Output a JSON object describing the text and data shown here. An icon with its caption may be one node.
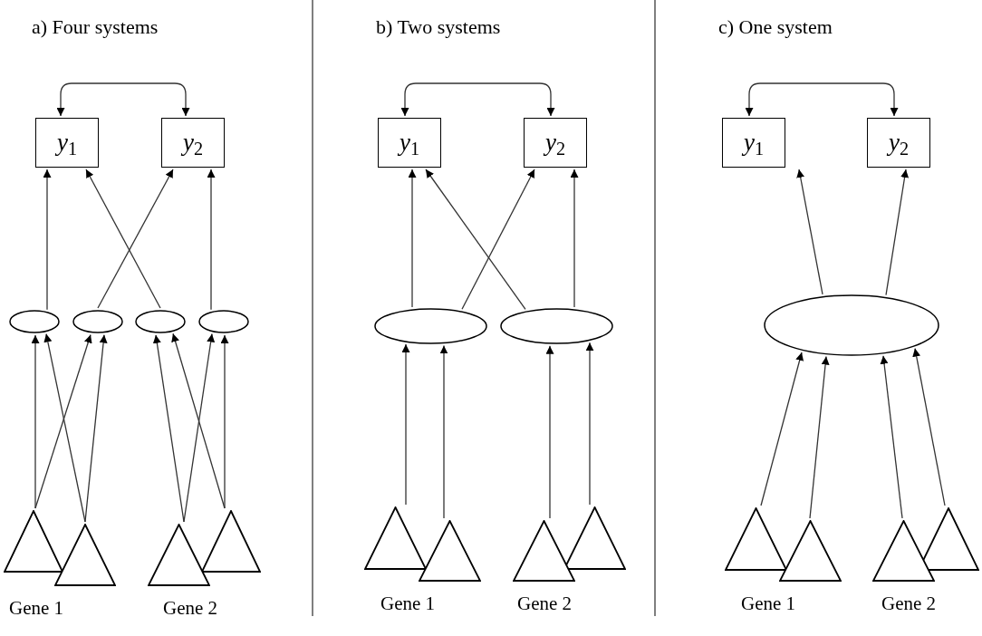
{
  "diagram": {
    "nodes": [
      {
        "text": [
          "*y*$_{1}$"
        ]
      },
      {
        "text": [
          "*y*$_{2}$"
        ]
      },
      {
        "text": [],
        "shape": "ellipse"
      },
      {
        "text": [],
        "shape": "ellipse"
      },
      {
        "text": [],
        "shape": "ellipse"
      },
      {
        "text": [],
        "shape": "ellipse"
      },
      {
        "text": [],
        "shape": "triangle"
      },
      {
        "text": [],
        "shape": "triangle"
      },
      {
        "text": [],
        "shape": "triangle"
      },
      {
        "text": [],
        "shape": "triangle"
      },
      {
        "text": [
          "*y*$_{1}$"
        ]
      },
      {
        "text": [
          "*y*$_{2}$"
        ]
      },
      {
        "text": [],
        "shape": "ellipse"
      },
      {
        "text": [],
        "shape": "ellipse"
      },
      {
        "text": [],
        "shape": "triangle"
      },
      {
        "text": [],
        "shape": "triangle"
      },
      {
        "text": [],
        "shape": "triangle"
      },
      {
        "text": [],
        "shape": "triangle"
      },
      {
        "text": [
          "*y*$_{1}$"
        ]
      },
      {
        "text": [
          "*y*$_{2}$"
        ]
      },
      {
        "text": [],
        "shape": "ellipse"
      },
      {
        "text": [],
        "shape": "triangle"
      },
      {
        "text": [],
        "shape": "triangle"
      },
      {
        "text": [],
        "shape": "triangle"
      },
      {
        "text": [],
        "shape": "triangle"
      }
    ],
    "edges": [
      {
        "from": 0,
        "to": 1,
        "arrow": "both"
      },
      {
        "from": 2,
        "to": 0,
        "arrow": "to"
      },
      {
        "from": 4,
        "to": 0,
        "arrow": "to"
      },
      {
        "from": 3,
        "to": 1,
        "arrow": "to"
      },
      {
        "from": 5,
        "to": 1,
        "arrow": "to"
      },
      {
        "from": 6,
        "to": 2,
        "arrow": "to"
      },
      {
        "from": 6,
        "to": 3,
        "arrow": "to"
      },
      {
        "from": 7,
        "to": 2,
        "arrow": "to"
      },
      {
        "from": 7,
        "to": 3,
        "arrow": "to"
      },
      {
        "from": 8,
        "to": 4,
        "arrow": "to"
      },
      {
        "from": 8,
        "to": 5,
        "arrow": "to"
      },
      {
        "from": 9,
        "to": 4,
        "arrow": "to"
      },
      {
        "from": 9,
        "to": 5,
        "arrow": "to"
      },
      {
        "from": 10,
        "to": 11,
        "arrow": "both"
      },
      {
        "from": 12,
        "to": 10,
        "arrow": "to"
      },
      {
        "from": 12,
        "to": 11,
        "arrow": "to"
      },
      {
        "from": 13,
        "to": 10,
        "arrow": "to"
      },
      {
        "from": 13,
        "to": 11,
        "arrow": "to"
      },
      {
        "from": 14,
        "to": 12,
        "arrow": "to"
      },
      {
        "from": 15,
        "to": 12,
        "arrow": "to"
      },
      {
        "from": 16,
        "to": 13,
        "arrow": "to"
      },
      {
        "from": 17,
        "to": 13,
        "arrow": "to"
      },
      {
        "from": 18,
        "to": 19,
        "arrow": "both"
      },
      {
        "from": 20,
        "to": 18,
        "arrow": "to"
      },
      {
        "from": 20,
        "to": 19,
        "arrow": "to"
      },
      {
        "from": 21,
        "to": 20,
        "arrow": "to"
      },
      {
        "from": 22,
        "to": 20,
        "arrow": "to"
      },
      {
        "from": 23,
        "to": 20,
        "arrow": "to"
      },
      {
        "from": 24,
        "to": 20,
        "arrow": "to"
      }
    ],
    "labels": [
      "a) Four systems",
      "b) Two systems",
      "c) One system",
      "Gene 1",
      "Gene 2",
      "Gene 1",
      "Gene 2",
      "Gene 1",
      "Gene 2"
    ]
  }
}
